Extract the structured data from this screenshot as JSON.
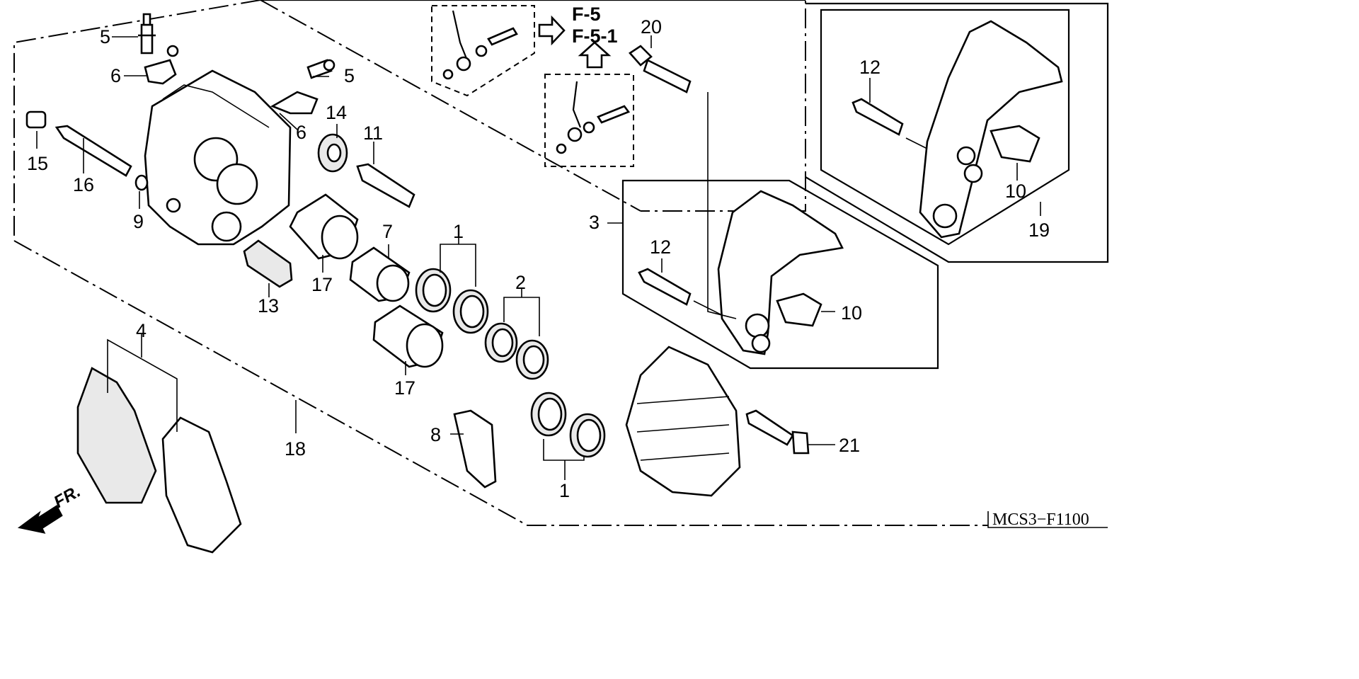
{
  "diagram_code": "MCS3−F1100",
  "direction_label": "FR.",
  "references": [
    "F-5",
    "F-5-1"
  ],
  "callouts": [
    {
      "id": "c1a",
      "text": "1"
    },
    {
      "id": "c1b",
      "text": "1"
    },
    {
      "id": "c2",
      "text": "2"
    },
    {
      "id": "c3",
      "text": "3"
    },
    {
      "id": "c4",
      "text": "4"
    },
    {
      "id": "c5a",
      "text": "5"
    },
    {
      "id": "c5b",
      "text": "5"
    },
    {
      "id": "c6a",
      "text": "6"
    },
    {
      "id": "c6b",
      "text": "6"
    },
    {
      "id": "c7",
      "text": "7"
    },
    {
      "id": "c8",
      "text": "8"
    },
    {
      "id": "c9",
      "text": "9"
    },
    {
      "id": "c10a",
      "text": "10"
    },
    {
      "id": "c10b",
      "text": "10"
    },
    {
      "id": "c11",
      "text": "11"
    },
    {
      "id": "c12a",
      "text": "12"
    },
    {
      "id": "c12b",
      "text": "12"
    },
    {
      "id": "c13",
      "text": "13"
    },
    {
      "id": "c14",
      "text": "14"
    },
    {
      "id": "c15",
      "text": "15"
    },
    {
      "id": "c16",
      "text": "16"
    },
    {
      "id": "c17a",
      "text": "17"
    },
    {
      "id": "c17b",
      "text": "17"
    },
    {
      "id": "c18",
      "text": "18"
    },
    {
      "id": "c19",
      "text": "19"
    },
    {
      "id": "c20",
      "text": "20"
    },
    {
      "id": "c21",
      "text": "21"
    }
  ]
}
